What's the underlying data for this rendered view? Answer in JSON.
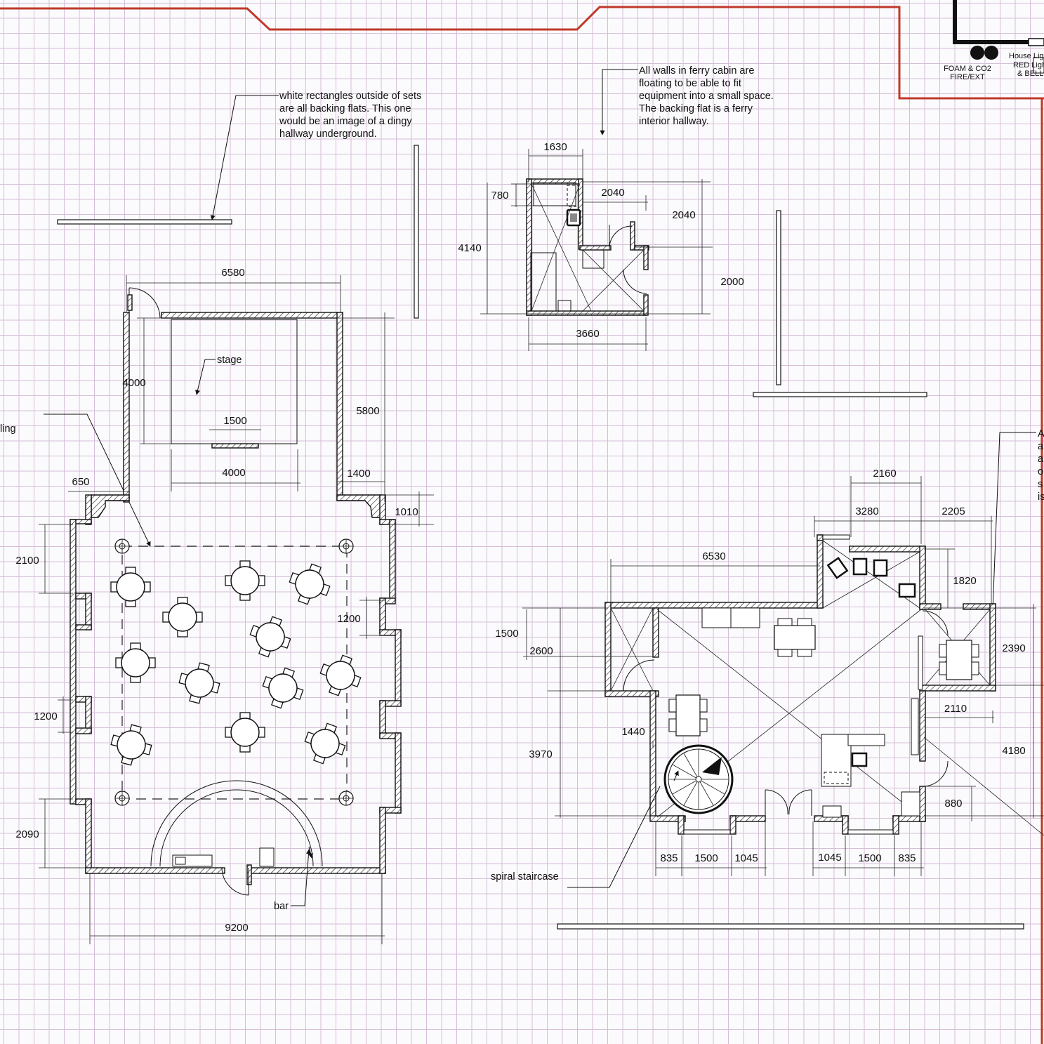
{
  "notes": {
    "backing_flats": [
      "white rectangles outside of sets",
      "are all backing flats. This one",
      "would be an image of a dingy",
      "hallway underground."
    ],
    "ferry_cabin": [
      "All walls in ferry cabin are",
      "floating to be able to fit",
      "equipment into a small space.",
      "The backing flat is a ferry",
      "interior hallway."
    ],
    "stage": "stage",
    "bar": "bar",
    "spiral_staircase": "spiral staircase",
    "ceiling_partial": "ling",
    "right_partial": [
      "A",
      "a",
      "a",
      "o",
      "s",
      "is"
    ]
  },
  "legend": {
    "foam_co2": "FOAM & CO2",
    "fire_ext": "FIRE/EXT",
    "house_lights": "House Lig",
    "red_lights": "RED Ligh",
    "bell": "& BELL"
  },
  "dimensions": {
    "left_room": {
      "top_width": "6580",
      "stage_depth": "4000",
      "stage_span": "5800",
      "stage_step": "1500",
      "stage_width": "4000",
      "left_offset": "650",
      "right_offset": "1400",
      "right_depth": "1010",
      "left_bay_top": "2100",
      "right_bay": "1200",
      "left_bay_mid": "1200",
      "left_bay_bottom": "2090",
      "bottom_width": "9200"
    },
    "ferry_cabin": {
      "top": "1630",
      "side_small": "780",
      "inner_width": "2040",
      "inner_depth": "2040",
      "height": "4140",
      "right_depth": "2000",
      "bottom_width": "3660"
    },
    "right_room": {
      "top_a": "2160",
      "top_b": "3280",
      "top_c": "2205",
      "main_width": "6530",
      "alcove_depth": "1820",
      "left_upper": "1500",
      "left_mid": "2600",
      "side_room": "2390",
      "side_room_width": "2110",
      "left_lower": "3970",
      "stair_offset": "1440",
      "right_lower": "4180",
      "door_offset": "880",
      "bottom": [
        "835",
        "1500",
        "1045",
        "1045",
        "1500",
        "835"
      ]
    }
  },
  "colors": {
    "grid": "#d5bfd9",
    "border": "#c0392b",
    "ink": "#111111"
  }
}
